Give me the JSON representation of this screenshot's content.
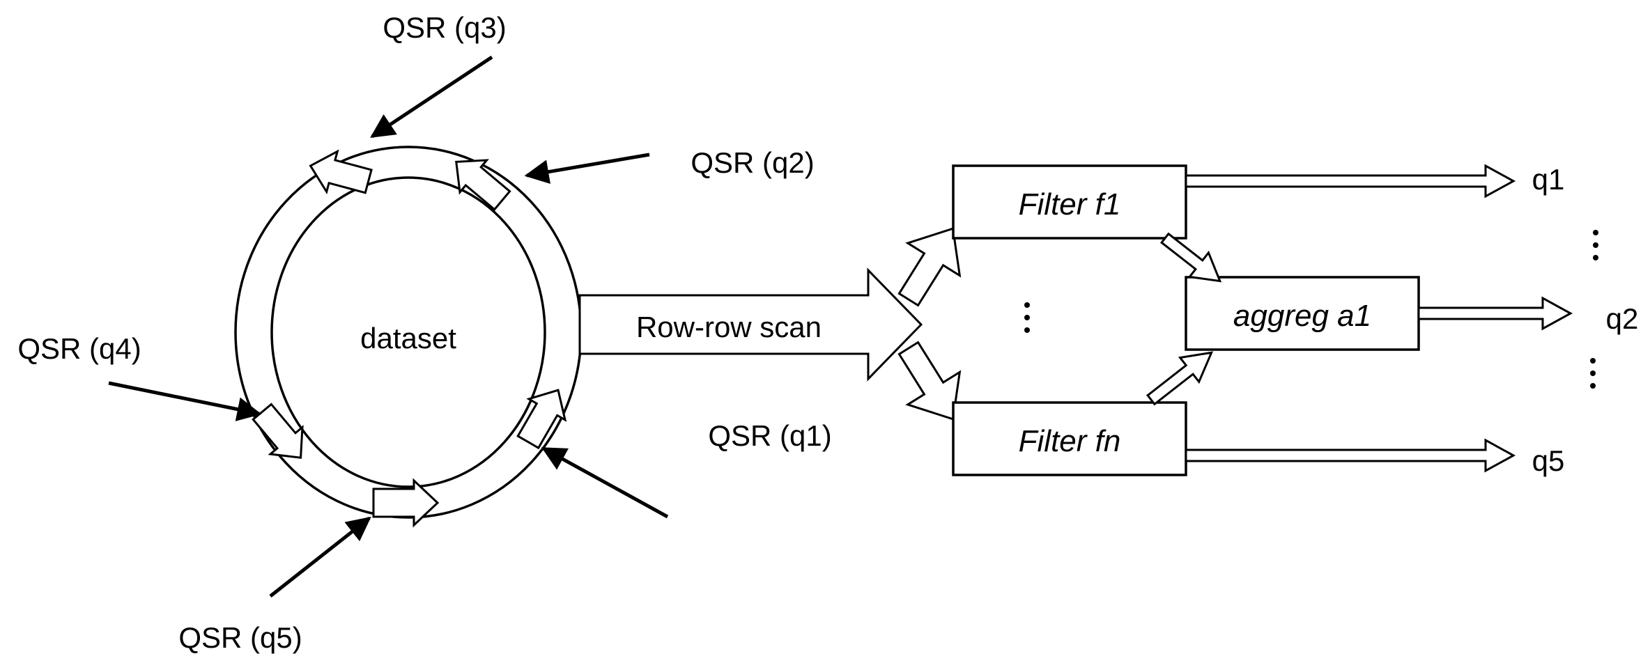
{
  "diagram": {
    "dataset_label": "dataset",
    "scan_label": "Row-row scan",
    "qsr_labels": {
      "q1": "QSR (q1)",
      "q2": "QSR (q2)",
      "q3": "QSR (q3)",
      "q4": "QSR (q4)",
      "q5": "QSR (q5)"
    },
    "filters": {
      "f1": "Filter f1",
      "fn": "Filter fn"
    },
    "aggregate": "aggreg a1",
    "outputs": {
      "q1": "q1",
      "q2": "q2",
      "q5": "q5"
    }
  }
}
